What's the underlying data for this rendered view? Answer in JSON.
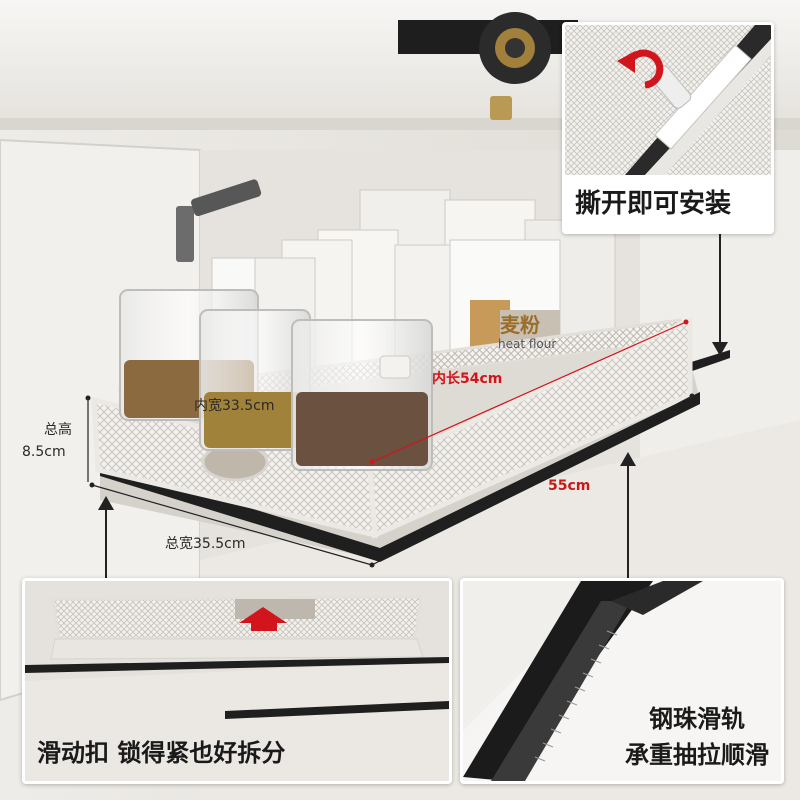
{
  "annotations": {
    "inner_length": "内长54cm",
    "inner_width": "内宽33.5cm",
    "total_height_title": "总高",
    "total_height_value": "8.5cm",
    "length": "55cm",
    "total_width": "总宽35.5cm"
  },
  "insets": {
    "top_right_caption": "撕开即可安装",
    "bottom_left_caption": "滑动扣 锁得紧也好拆分",
    "bottom_right_caption_1": "钢珠滑轨",
    "bottom_right_caption_2": "承重抽拉顺滑"
  },
  "package_text": {
    "flour_cn": "麦粉",
    "flour_en": "heat flour"
  },
  "colors": {
    "accent_red": "#d2141c",
    "tray_frame": "#e9e6e1",
    "rail_black": "#1b1b1b"
  }
}
